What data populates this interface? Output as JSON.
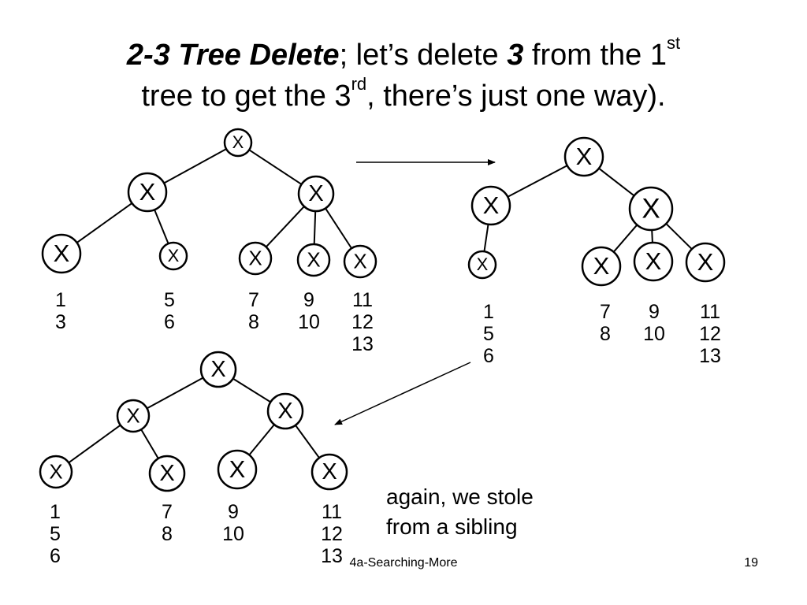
{
  "title": {
    "bold_part": "2-3 Tree Delete",
    "part1": "; let’s delete ",
    "bold_number": "3",
    "part2": " from the 1",
    "sup1": "st",
    "part3": "tree to get the 3",
    "sup2": "rd",
    "part4": ", there’s just one way)."
  },
  "note": {
    "line1": "again, we stole",
    "line2": "from a sibling"
  },
  "footer": {
    "center": "4a-Searching-More",
    "page": "19"
  },
  "node_symbol": "X",
  "trees": [
    {
      "name": "tree-1",
      "leaves": [
        {
          "keys": [
            "1",
            "3"
          ]
        },
        {
          "keys": [
            "5",
            "6"
          ]
        },
        {
          "keys": [
            "7",
            "8"
          ]
        },
        {
          "keys": [
            "9",
            "10"
          ]
        },
        {
          "keys": [
            "11",
            "12",
            "13"
          ]
        }
      ]
    },
    {
      "name": "tree-2",
      "leaves": [
        {
          "keys": [
            "1",
            "5",
            "6"
          ]
        },
        {
          "keys": [
            "7",
            "8"
          ]
        },
        {
          "keys": [
            "9",
            "10"
          ]
        },
        {
          "keys": [
            "11",
            "12",
            "13"
          ]
        }
      ]
    },
    {
      "name": "tree-3",
      "leaves": [
        {
          "keys": [
            "1",
            "5",
            "6"
          ]
        },
        {
          "keys": [
            "7",
            "8"
          ]
        },
        {
          "keys": [
            "9",
            "10"
          ]
        },
        {
          "keys": [
            "11",
            "12",
            "13"
          ]
        }
      ]
    }
  ]
}
